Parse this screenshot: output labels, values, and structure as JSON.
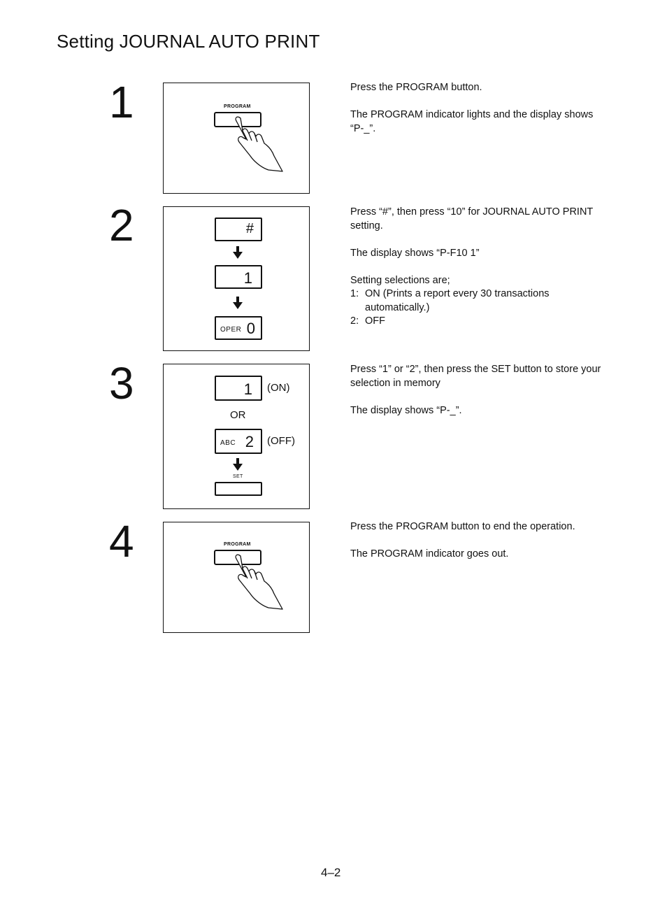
{
  "title": "Setting JOURNAL AUTO PRINT",
  "page_number": "4–2",
  "steps": [
    {
      "number": "1",
      "figure": {
        "key_label": "PROGRAM",
        "icon": "pointing-hand-icon"
      },
      "paragraphs": [
        "Press the PROGRAM button.",
        "The PROGRAM indicator lights and the display shows “P-_”."
      ]
    },
    {
      "number": "2",
      "figure": {
        "key1": "#",
        "key2": "1",
        "key3_small": "OPER",
        "key3_big": "0"
      },
      "paragraphs": [
        "Press “#”, then press “10” for JOURNAL AUTO PRINT setting.",
        "The display shows “P-F10   1”",
        "Setting selections are;"
      ],
      "list": [
        {
          "n": "1:",
          "text": "ON (Prints a report every 30 transactions automatically.)"
        },
        {
          "n": "2:",
          "text": "OFF"
        }
      ]
    },
    {
      "number": "3",
      "figure": {
        "key1": "1",
        "key1_label": "(ON)",
        "or_label": "OR",
        "key2_small": "ABC",
        "key2_big": "2",
        "key2_label": "(OFF)",
        "set_label": "SET"
      },
      "paragraphs": [
        "Press “1” or “2”, then press the SET button to store your selection in memory",
        "The display shows “P-_”."
      ]
    },
    {
      "number": "4",
      "figure": {
        "key_label": "PROGRAM",
        "icon": "pointing-hand-icon"
      },
      "paragraphs": [
        "Press the PROGRAM button to end the operation.",
        "The PROGRAM indicator goes out."
      ]
    }
  ]
}
